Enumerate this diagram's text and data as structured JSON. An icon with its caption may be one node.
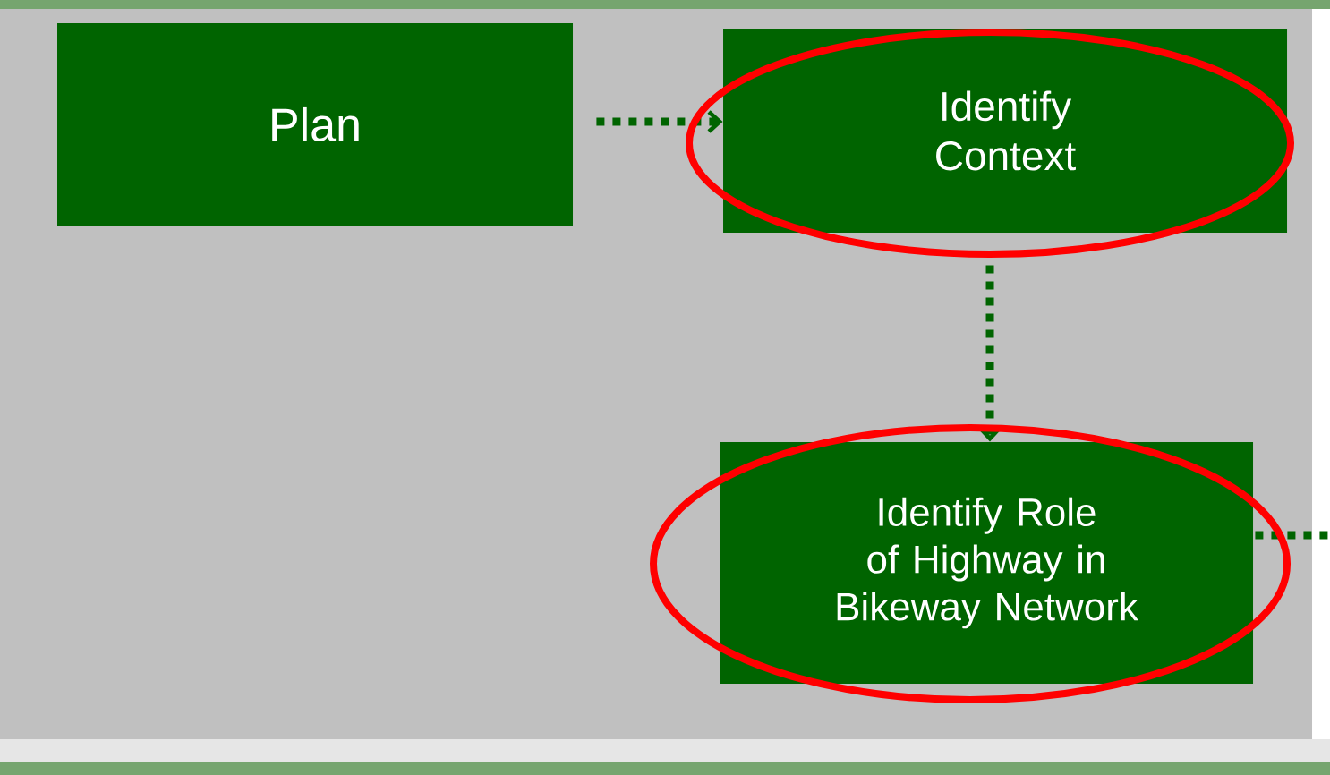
{
  "diagram": {
    "nodes": [
      {
        "text": [
          "Plan"
        ]
      },
      {
        "text": [
          "Identify Context"
        ]
      },
      {
        "text": [
          "Identify Role of Highway in Bikeway Network"
        ]
      }
    ],
    "edges": [
      {
        "from": 0,
        "to": 1,
        "arrow": "to",
        "style": "dashed"
      },
      {
        "from": 1,
        "to": 2,
        "arrow": "to",
        "style": "dashed"
      },
      {
        "from": 2,
        "to": null,
        "arrow": "none",
        "style": "dashed"
      }
    ]
  }
}
